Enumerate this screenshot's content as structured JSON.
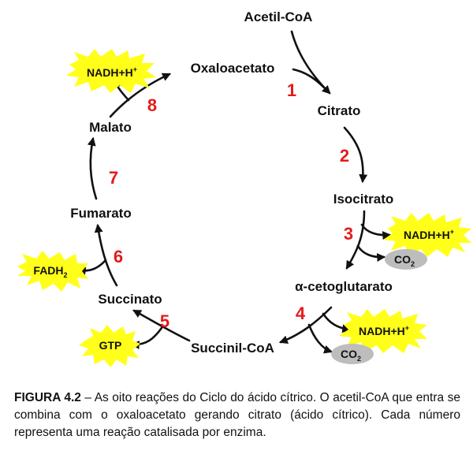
{
  "colors": {
    "step_number": "#e31b1b",
    "burst": "#ffff1a",
    "co2_bubble": "#bdbdbd",
    "text": "#111111"
  },
  "nodes": {
    "acetil_coa": "Acetil-CoA",
    "citrato": "Citrato",
    "isocitrato": "Isocitrato",
    "alfa_cetoglutarato": "α-cetoglutarato",
    "succinil_coa": "Succinil-CoA",
    "succinato": "Succinato",
    "fumarato": "Fumarato",
    "malato": "Malato",
    "oxaloacetato": "Oxaloacetato"
  },
  "steps": [
    "1",
    "2",
    "3",
    "4",
    "5",
    "6",
    "7",
    "8"
  ],
  "products": {
    "nadh_3": {
      "main": "NADH+H",
      "sup": "+"
    },
    "nadh_4": {
      "main": "NADH+H",
      "sup": "+"
    },
    "nadh_8": {
      "main": "NADH+H",
      "sup": "+"
    },
    "co2_3": {
      "main": "CO",
      "sub": "2"
    },
    "co2_4": {
      "main": "CO",
      "sub": "2"
    },
    "gtp_5": {
      "main": "GTP"
    },
    "fadh2_6": {
      "main": "FADH",
      "sub": "2"
    }
  },
  "caption": {
    "label": "FIGURA 4.2",
    "text": " – As oito reações do Ciclo do ácido cítrico. O acetil-CoA que entra se combina com o oxaloacetato gerando citrato (ácido cítrico). Cada número representa uma reação catalisada por enzima."
  }
}
